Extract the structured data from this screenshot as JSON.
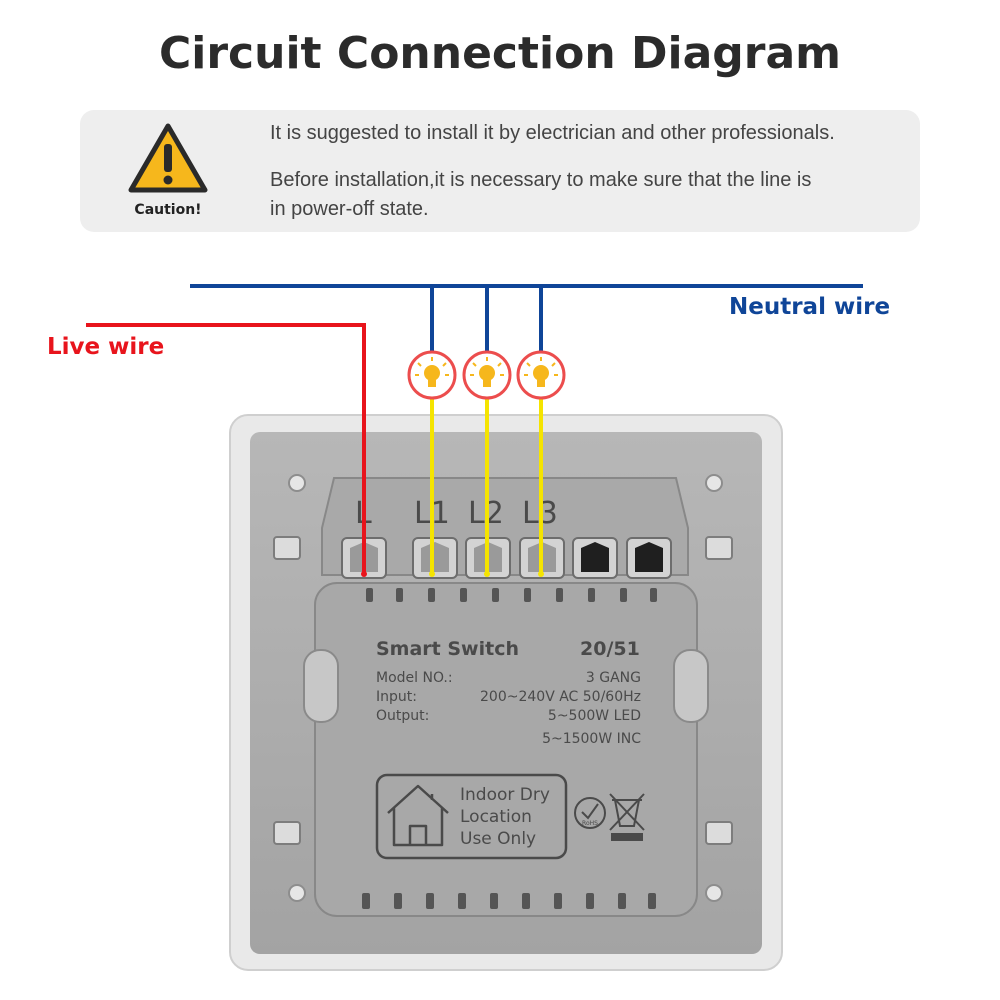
{
  "title": "Circuit Connection Diagram",
  "caution": {
    "icon": "warning-triangle-icon",
    "label": "Caution!",
    "message1": "It is suggested to install it by electrician and other professionals.",
    "message2": "Before installation,it is necessary to make sure that the line is in power-off state."
  },
  "wires": {
    "live_label": "Live wire",
    "neutral_label": "Neutral wire",
    "live_color": "#e8141c",
    "neutral_color": "#0f4598",
    "load_color": "#f5e400"
  },
  "lamps": {
    "icon": "light-bulb-icon",
    "ring_color": "#ec4d4d",
    "bulb_color": "#f6b71c"
  },
  "terminals": [
    "L",
    "L1",
    "L2",
    "L3"
  ],
  "device": {
    "name": "Smart Switch",
    "code": "20/51",
    "model_label": "Model NO.:",
    "model_value": "3 GANG",
    "input_label": "Input:",
    "input_value": "200~240V AC 50/60Hz",
    "output_label": "Output:",
    "output_value_1": "5~500W LED",
    "output_value_2": "5~1500W INC",
    "indoor_line1": "Indoor Dry",
    "indoor_line2": "Location",
    "indoor_line3": "Use Only",
    "rohs": "RoHS"
  }
}
